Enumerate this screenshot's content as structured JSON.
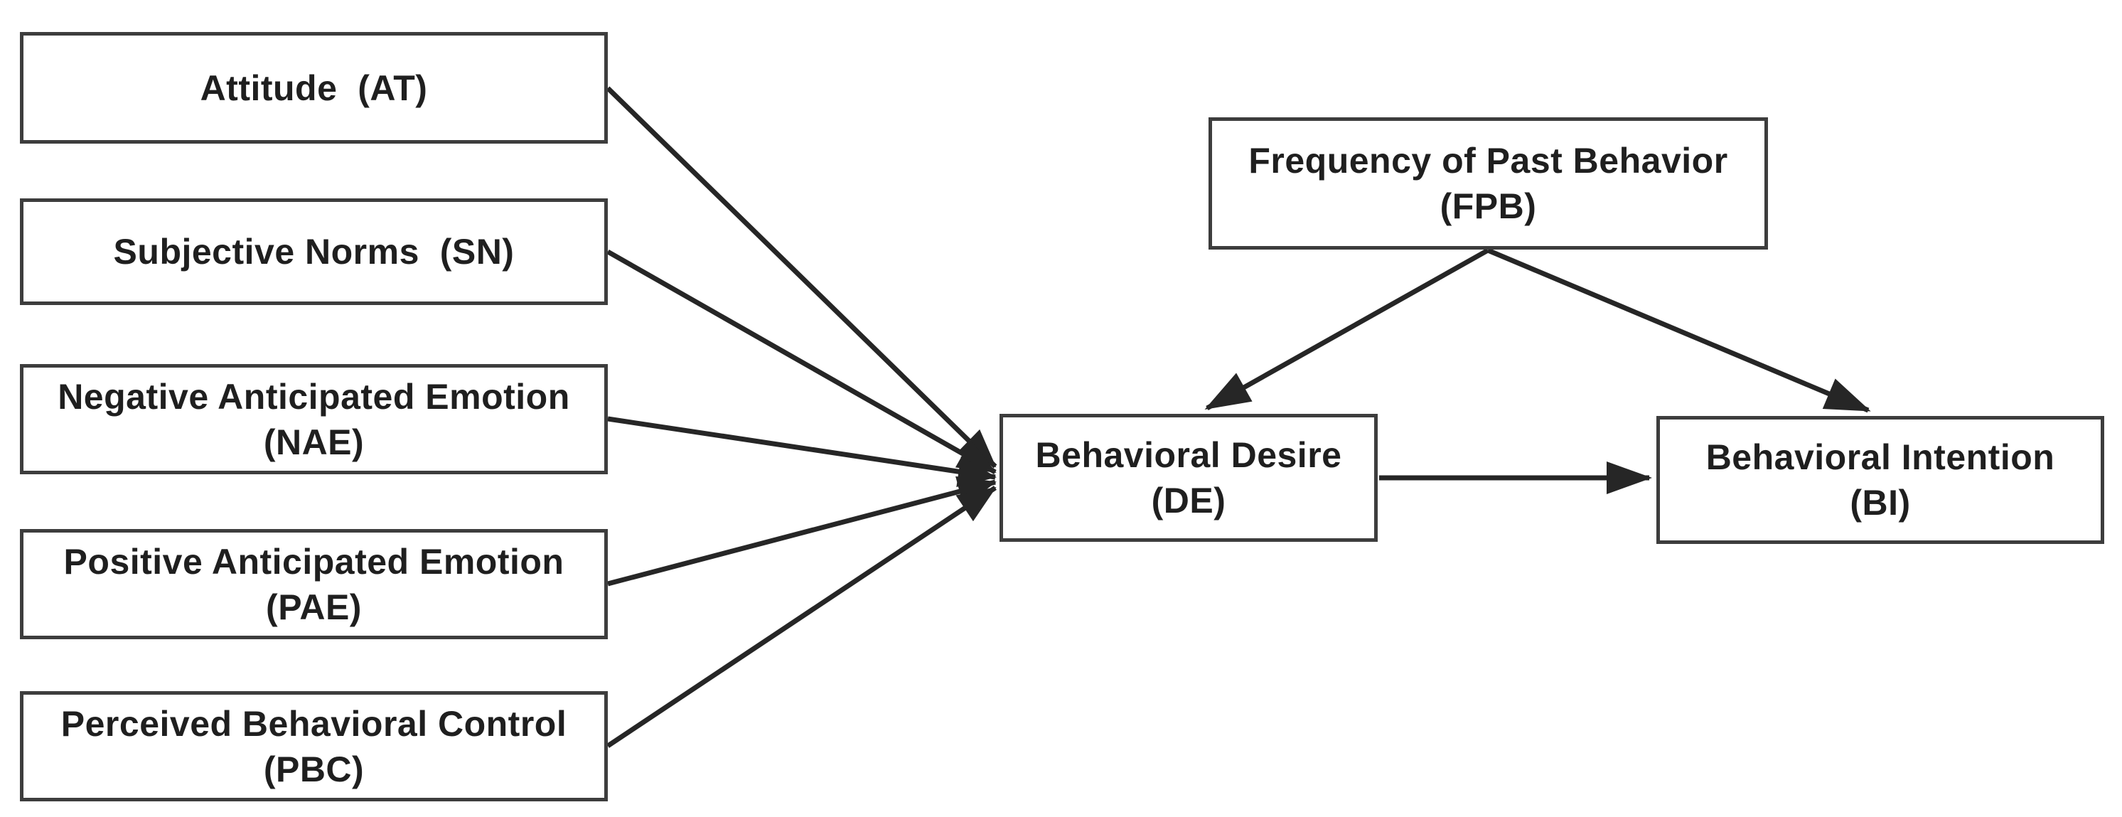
{
  "diagram": {
    "nodes": [
      {
        "id": "AT",
        "line1": "Attitude  (AT)",
        "line2": ""
      },
      {
        "id": "SN",
        "line1": "Subjective Norms  (SN)",
        "line2": ""
      },
      {
        "id": "NAE",
        "line1": "Negative Anticipated Emotion",
        "line2": "(NAE)"
      },
      {
        "id": "PAE",
        "line1": "Positive Anticipated Emotion",
        "line2": "(PAE)"
      },
      {
        "id": "PBC",
        "line1": "Perceived Behavioral Control",
        "line2": "(PBC)"
      },
      {
        "id": "DE",
        "line1": "Behavioral Desire",
        "line2": "(DE)"
      },
      {
        "id": "FPB",
        "line1": "Frequency of Past Behavior",
        "line2": "(FPB)"
      },
      {
        "id": "BI",
        "line1": "Behavioral Intention",
        "line2": "(BI)"
      }
    ],
    "edges": [
      {
        "from": "AT",
        "to": "DE"
      },
      {
        "from": "SN",
        "to": "DE"
      },
      {
        "from": "NAE",
        "to": "DE"
      },
      {
        "from": "PAE",
        "to": "DE"
      },
      {
        "from": "PBC",
        "to": "DE"
      },
      {
        "from": "FPB",
        "to": "DE"
      },
      {
        "from": "FPB",
        "to": "BI"
      },
      {
        "from": "DE",
        "to": "BI"
      }
    ],
    "colors": {
      "line": "#262626",
      "border": "#3d3d3d",
      "text": "#1f1f1f",
      "background": "#ffffff"
    }
  }
}
